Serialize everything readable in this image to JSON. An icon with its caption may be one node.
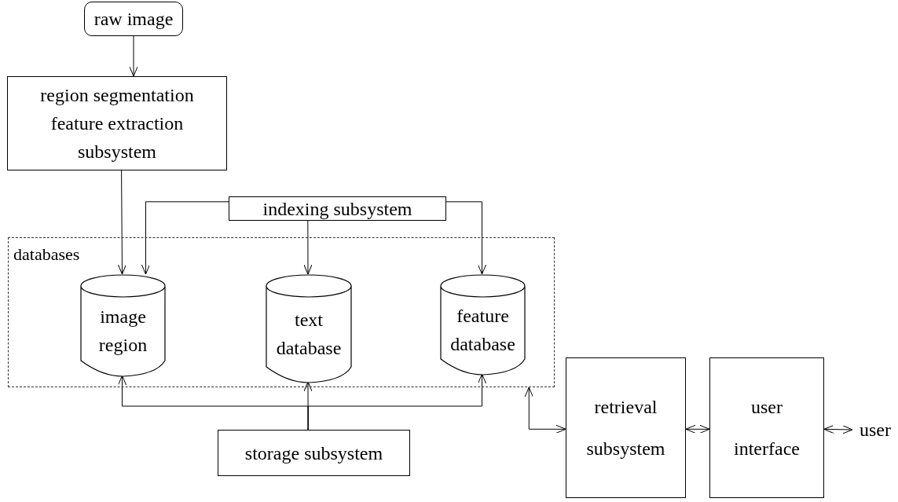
{
  "diagram": {
    "nodes": [
      {
        "text": [
          "raw image"
        ]
      },
      {
        "text": [
          "region segmentation feature extraction subsystem"
        ]
      },
      {
        "text": [
          "indexing subsystem"
        ]
      },
      {
        "text": [
          "databases"
        ]
      },
      {
        "text": [
          "image region"
        ],
        "in": 3
      },
      {
        "text": [
          "text database"
        ],
        "in": 3
      },
      {
        "text": [
          "feature database"
        ],
        "in": 3
      },
      {
        "text": [
          "storage subsystem"
        ]
      },
      {
        "text": [
          "retrieval subsystem"
        ]
      },
      {
        "text": [
          "user interface"
        ]
      },
      {
        "text": [
          "user"
        ]
      }
    ],
    "edges": [
      {
        "from": 0,
        "to": 1,
        "arrow": "to"
      },
      {
        "from": 1,
        "to": 4,
        "arrow": "to"
      },
      {
        "from": 2,
        "to": 4,
        "arrow": "to"
      },
      {
        "from": 2,
        "to": 5,
        "arrow": "to"
      },
      {
        "from": 2,
        "to": 6,
        "arrow": "to"
      },
      {
        "from": 7,
        "to": 4,
        "arrow": "to"
      },
      {
        "from": 7,
        "to": 5,
        "arrow": "to"
      },
      {
        "from": 7,
        "to": 6,
        "arrow": "to"
      },
      {
        "from": 8,
        "to": 3,
        "arrow": "both"
      },
      {
        "from": 8,
        "to": 9,
        "arrow": "both"
      },
      {
        "from": 9,
        "to": 10,
        "arrow": "both"
      }
    ]
  }
}
